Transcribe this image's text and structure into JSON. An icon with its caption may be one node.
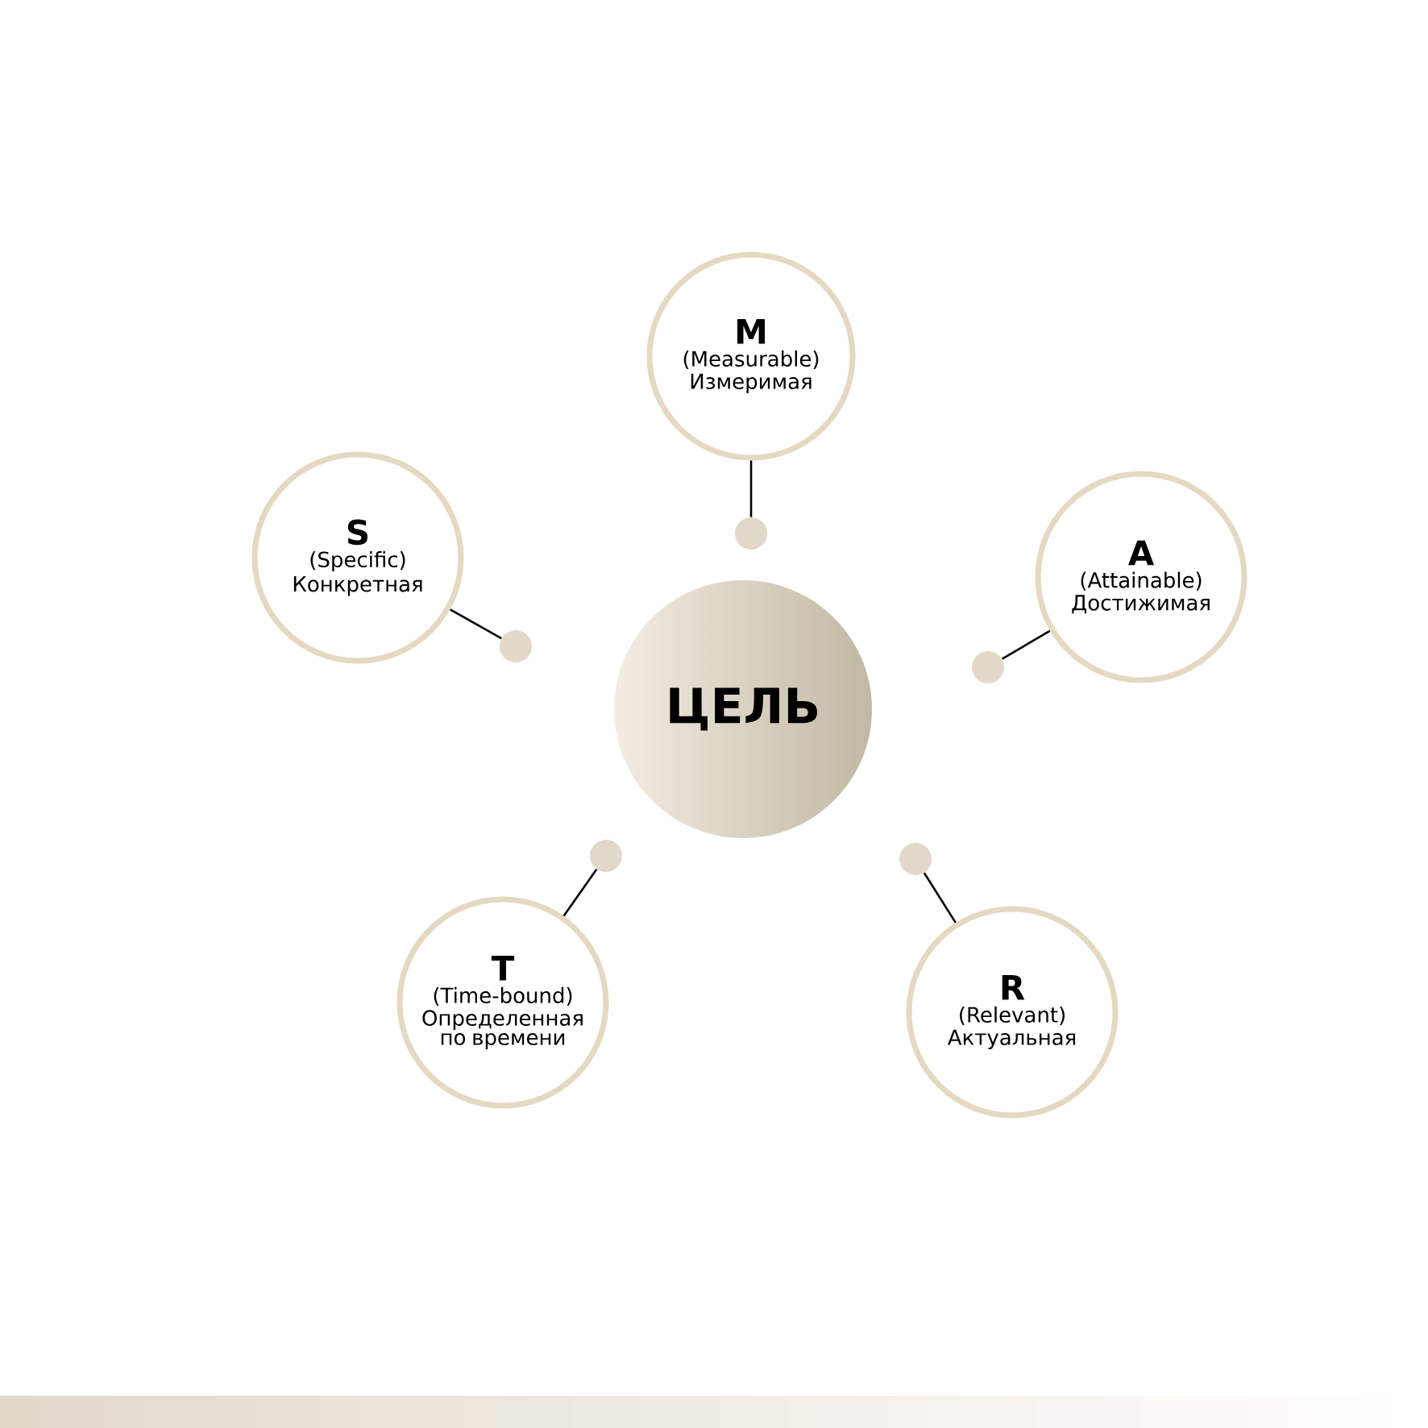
{
  "diagram": {
    "nodes": [
      {
        "text": [
          "M",
          "(Measurable)",
          "Измеримая"
        ]
      },
      {
        "text": [
          "S",
          "(Specific)",
          "Конкретная"
        ]
      },
      {
        "text": [
          "A",
          "(Attainable)",
          "Достижимая"
        ]
      },
      {
        "text": [
          "ЦЕЛЬ"
        ]
      },
      {
        "text": [
          "T",
          "(Time-bound)",
          "Определенная по времени"
        ]
      },
      {
        "text": [
          "R",
          "(Relevant)",
          "Актуальная"
        ]
      },
      {
        "text": [],
        "shape": "circle"
      },
      {
        "text": [],
        "shape": "circle"
      },
      {
        "text": [],
        "shape": "circle"
      },
      {
        "text": [],
        "shape": "circle"
      },
      {
        "text": [],
        "shape": "circle"
      }
    ],
    "edges": [
      {
        "from": 0,
        "to": 8,
        "arrow": "none"
      },
      {
        "from": 1,
        "to": 6,
        "arrow": "none"
      },
      {
        "from": 2,
        "to": 10,
        "arrow": "none"
      },
      {
        "from": 4,
        "to": 7,
        "arrow": "none"
      },
      {
        "from": 5,
        "to": 9,
        "arrow": "none"
      }
    ]
  }
}
